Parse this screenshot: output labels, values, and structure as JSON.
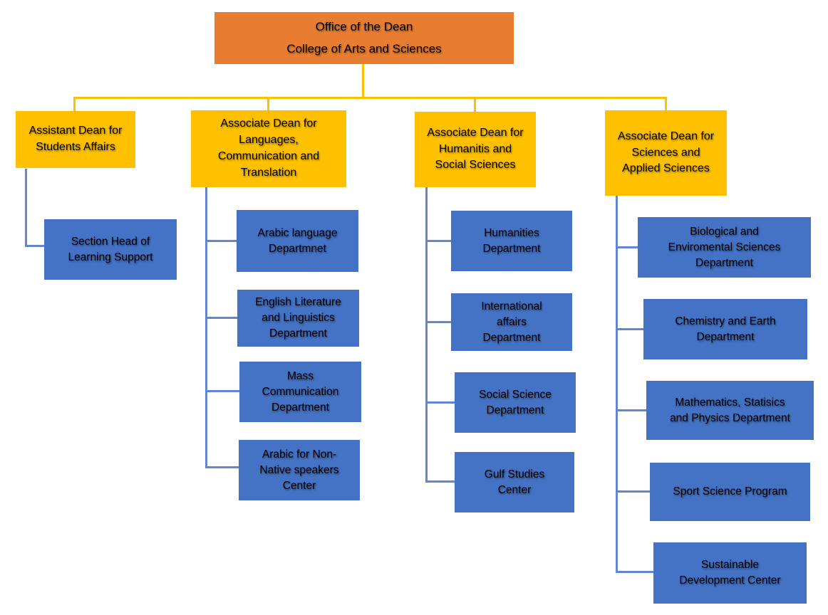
{
  "org": {
    "root": {
      "line1": "Office of the Dean",
      "line2": "College of Arts and Sciences"
    },
    "deans": [
      {
        "label": "Assistant Dean for\nStudents Affairs",
        "children": [
          "Section Head of\nLearning Support"
        ]
      },
      {
        "label": "Associate Dean for\nLanguages,\nCommunication and\nTranslation",
        "children": [
          "Arabic language\nDepartmnet",
          "English Literature\nand Linguistics\nDepartment",
          "Mass\nCommunication\nDepartment",
          "Arabic for Non-\nNative speakers\nCenter"
        ]
      },
      {
        "label": "Associate Dean for\nHumanitis and\nSocial Sciences",
        "children": [
          "Humanities\nDepartment",
          "International\naffairs\nDepartment",
          "Social Science\nDepartment",
          "Gulf Studies\nCenter"
        ]
      },
      {
        "label": "Associate Dean for\nSciences and\nApplied Sciences",
        "children": [
          "Biological and\nEnviromental Sciences\nDepartment",
          "Chemistry and Earth\nDepartment",
          "Mathematics, Statisics\nand Physics Department",
          "Sport Science Program",
          "Sustainable\nDevelopment Center"
        ]
      }
    ],
    "colors": {
      "root_fill": "#E87D31",
      "dean_fill": "#FFC000",
      "unit_fill": "#4472C4",
      "top_connector": "#FFC000",
      "child_connector": "#6286D2",
      "text": "#000000"
    }
  }
}
